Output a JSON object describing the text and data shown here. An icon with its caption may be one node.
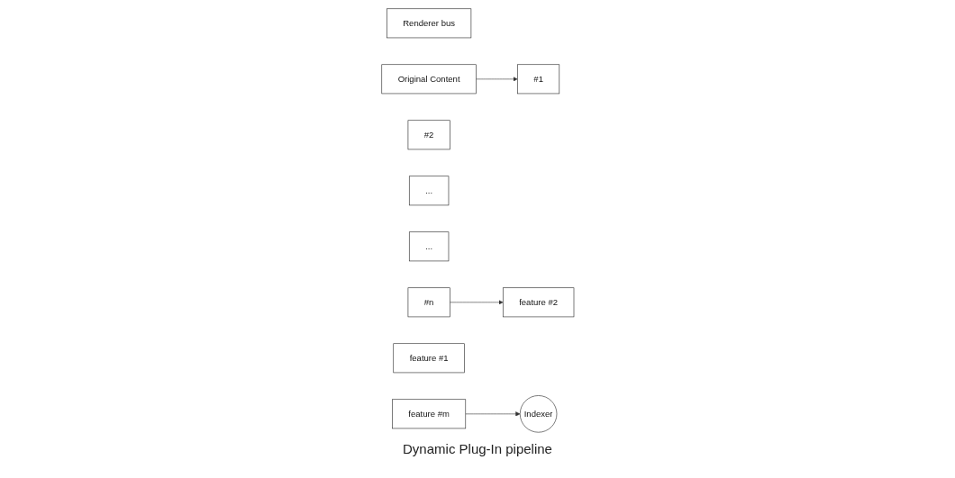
{
  "diagram": {
    "nodes": [
      {
        "text": [
          "Renderer bus"
        ]
      },
      {
        "text": [
          "Original Content"
        ]
      },
      {
        "text": [
          "#1"
        ]
      },
      {
        "text": [
          "#2"
        ]
      },
      {
        "text": [
          "..."
        ]
      },
      {
        "text": [
          "..."
        ]
      },
      {
        "text": [
          "#n"
        ]
      },
      {
        "text": [
          "feature #1"
        ]
      },
      {
        "text": [
          "feature #2"
        ]
      },
      {
        "text": [
          "feature #m"
        ]
      },
      {
        "text": [
          "Indexer"
        ]
      }
    ],
    "edges": [
      {
        "from": 1,
        "to": 2,
        "arrow": "to"
      },
      {
        "from": 6,
        "to": 8,
        "arrow": "to"
      },
      {
        "from": 9,
        "to": 10,
        "arrow": "to"
      }
    ],
    "labels": [
      "Dynamic Plug-In pipeline"
    ]
  }
}
